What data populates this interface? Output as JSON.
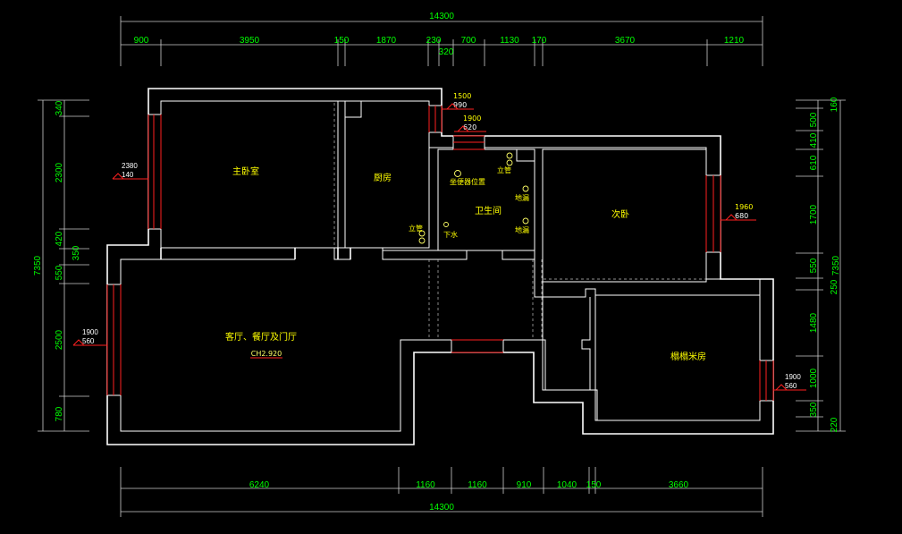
{
  "colors": {
    "background": "#000000",
    "dimension": "#00ff00",
    "label": "#ffff00",
    "wall": "#ffffff",
    "window": "#ff2020"
  },
  "top_total": "14300",
  "top_dims": [
    "900",
    "3950",
    "150",
    "1870",
    "230",
    "320",
    "700",
    "1130",
    "170",
    "3670",
    "1210"
  ],
  "bottom_dims": [
    "6240",
    "1160",
    "1160",
    "910",
    "1040",
    "150",
    "3660"
  ],
  "bottom_total": "14300",
  "left_total": "7350",
  "left_dims": [
    "340",
    "2300",
    "420",
    "350",
    "550",
    "2500",
    "780"
  ],
  "right_total": "7350",
  "right_dims": [
    "160",
    "500",
    "410",
    "610",
    "1700",
    "550",
    "250",
    "1480",
    "1000",
    "350",
    "220"
  ],
  "rooms": {
    "master_bedroom": "主卧室",
    "kitchen": "厨房",
    "bathroom": "卫生间",
    "second_bedroom": "次卧",
    "tatami_room": "榻榻米房",
    "living_room": "客厅、餐厅及门厅"
  },
  "ceiling_height": "CH2.920",
  "fixtures": {
    "riser_bath": "立管",
    "riser_kitchen": "立管",
    "toilet_position": "坐便器位置",
    "floor_drain_1": "地漏",
    "floor_drain_2": "地漏",
    "drain": "下水"
  },
  "windows": {
    "master_bedroom": [
      "2380",
      "140"
    ],
    "living_room": [
      "1900",
      "560"
    ],
    "second_bedroom": [
      "1960",
      "680"
    ],
    "tatami_room": [
      "1900",
      "560"
    ],
    "kitchen": [
      "1500",
      "990"
    ],
    "bathroom": [
      "1900",
      "620"
    ]
  }
}
